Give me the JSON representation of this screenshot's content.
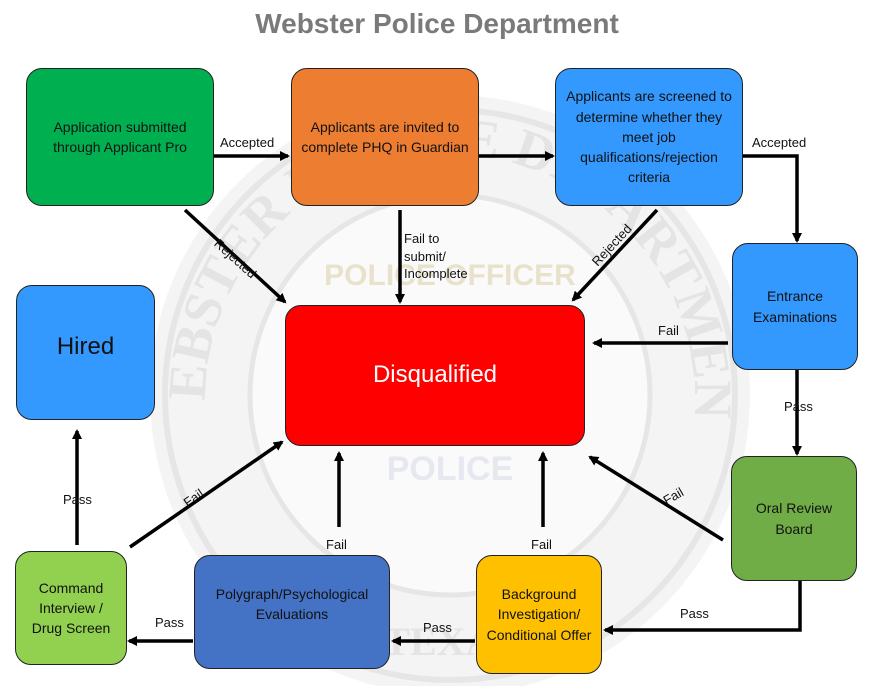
{
  "title": "Webster Police Department",
  "watermark": {
    "ring_text": "WEBSTER POLICE DEPARTMENT",
    "inner_text": "POLICE OFFICER",
    "center_text": "POLICE",
    "bottom_text": "TEXAS"
  },
  "nodes": {
    "application": {
      "label": "Application submitted through Applicant Pro",
      "color": "#00b050"
    },
    "phq": {
      "label": "Applicants are invited to complete PHQ in Guardian",
      "color": "#ed7d31"
    },
    "screening": {
      "label": "Applicants are screened to determine whether they meet job qualifications/rejection criteria",
      "color": "#3399ff"
    },
    "entrance": {
      "label": "Entrance Examinations",
      "color": "#3399ff"
    },
    "oral": {
      "label": "Oral Review Board",
      "color": "#70ad47"
    },
    "background": {
      "label": "Background Investigation/ Conditional Offer",
      "color": "#ffc000"
    },
    "polygraph": {
      "label": "Polygraph/Psychological Evaluations",
      "color": "#4472c4"
    },
    "command": {
      "label": "Command Interview / Drug Screen",
      "color": "#92d050"
    },
    "hired": {
      "label": "Hired",
      "color": "#3399ff"
    },
    "disqualified": {
      "label": "Disqualified",
      "color": "#ff0000"
    }
  },
  "edges": {
    "accepted_1": "Accepted",
    "accepted_2": "Accepted",
    "rejected_1": "Rejected",
    "rejected_2": "Rejected",
    "fail_submit": "Fail to submit/ Incomplete",
    "fail_entrance": "Fail",
    "pass_entrance": "Pass",
    "fail_oral": "Fail",
    "pass_oral": "Pass",
    "fail_background": "Fail",
    "pass_background": "Pass",
    "fail_polygraph": "Fail",
    "pass_polygraph": "Pass",
    "fail_command": "Fail",
    "pass_command": "Pass"
  }
}
